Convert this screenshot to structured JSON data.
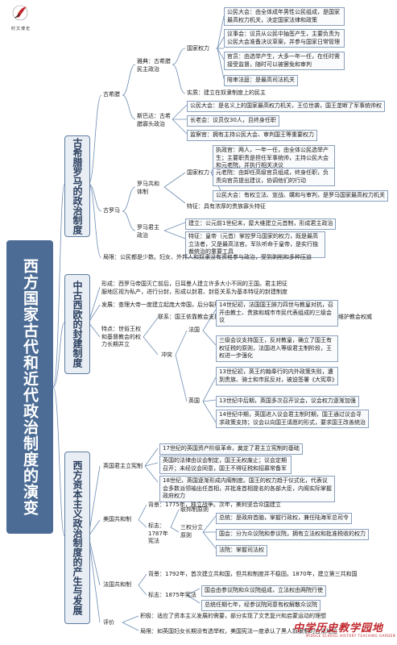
{
  "logo": {
    "text": "时文博史"
  },
  "root": {
    "title": "西方国家古代和近代政治制度的演变"
  },
  "greece_rome": {
    "branch": "古希腊罗马的政治制度",
    "greece": {
      "label": "古希腊",
      "athens": {
        "label": "雅典：古希腊民主政治",
        "power": {
          "label": "国家权力",
          "items": [
            "公民大会：由全体成年男性公民组成，是国家最高权力机关，决定国家法律和政策",
            "议事会：议员从公民中抽签产生，主要负责为公民大会准备决议草案，并参与国家日常管理",
            "官员：由选举产生，大多一年一任，在任时需接受监督，随时可以被罢免和审判",
            "陪审法庭：是最高司法机关"
          ]
        },
        "essence": "实质：建立在奴隶制度上的民主"
      },
      "sparta": {
        "label": "斯巴达：古希腊寡头政治",
        "items": [
          "公民大会：是名义上的国家最高权力机关，王位世袭，国王垄断了军事统帅权",
          "长老会：议员仅30人，且终身任职",
          "监察官：拥有主持公民大会、审判国王等重要权力"
        ]
      }
    },
    "rome": {
      "label": "古罗马",
      "republic": {
        "label": "罗马共和体制",
        "power": {
          "label": "国家权力",
          "items": [
            "执政官：两人，一年一任，由全体公民选举产生；主要职责是担任军事统帅，主持公民大会和元老院，并执行相关决议",
            "元老院：由卸任高级官员组成，终身任职，负责向官员提出建议，协调他们的行动",
            "公民大会：有权立法、宣战、媾和与审判，是罗马国家最高权力机关"
          ]
        },
        "feature": "特征：具有浓厚的贵族寡头特征"
      },
      "empire": {
        "label": "罗马君主政治",
        "items": [
          "建立：公元前1世纪末，屋大维建立元首制，形成君主政治",
          "特征：皇帝（元首）掌控罗马国家的权力，既是最高立法者，又是最高法官。军队听命于皇帝，是实行独裁统治的重要工具"
        ]
      }
    },
    "limit": "局限：公民都是少数。妇女、外邦人和奴隶没有资格参与政治，受到剥削和多种压迫"
  },
  "feudal": {
    "branch": "中古西欧的封建制度",
    "formation": "形成：西罗马帝国灭亡前后，日耳曼人建立许多大小不同的王国。君主把征服地区视为私产，进行分封，形成以封君、封臣关系为基本特征的封建制度",
    "development": "发展：查理大帝一度建立起庞大帝国，后分裂形成西欧三个主要国家法国、意大利和德国的雏形",
    "feature": {
      "label": "特点：世俗王权和基督教会的权力长期并立",
      "link": "联系：国王依靠教会支持获得政权的合法性；教会依靠王权扩展基督教，维护教会权威",
      "conflict": {
        "label": "冲突",
        "france": {
          "label": "法国",
          "items": [
            "14世纪初，法国国王腓力四世与教皇对抗，召开由教士、贵族和城市市民代表组成的三级会议",
            "三级会议支持国王，反对教皇，确立了国王有权征税的原则，法国进入等级君主制阶段，王权进一步强化"
          ]
        },
        "england": {
          "label": "英国",
          "items": [
            "13世纪初，英王约翰奉行的内外政策失败，遭到贵族、骑士和市民反对，被迫签署《大宪章》",
            "13世纪中后期，英国多次召开议会，议会权力逐渐加强",
            "14世纪中期，英国进入议会君主制时期，国王通过议会寻求政策支持；议会以向国王请愿的形式，要求国王改善统治"
          ]
        }
      }
    }
  },
  "capitalist": {
    "branch": "西方资本主义政治制度的产生与发展",
    "england": {
      "label": "英国君主立宪制",
      "items": [
        "17世纪的英国资产阶级革命，奠定了君主立宪制的基础",
        "英国的法律由议会制定，国王无权废止；议会定期召开；未经议会同意，国王不得征税和招募常备军",
        "18世纪，英国逐渐形成内阁制度。国王的权力趋于仪式化，代表议会多数派领袖出任首相，并批准首相提名的各部大臣，内阁实际掌握政府权力"
      ]
    },
    "usa": {
      "label": "美国共和制",
      "background": "背景：1775年，独立战争。次年，美利坚合众国建立",
      "constitution": {
        "label": "标志：1787年宪法",
        "principle_federal": "联邦制原则",
        "separation": {
          "label": "三权分立原则",
          "items": [
            "总统：是政府首脑，掌握行政权，兼任陆海军总司令",
            "国会：分为众议院和参议院，拥有立法权和批准税收的权力",
            "法院：掌握司法权"
          ]
        }
      }
    },
    "france": {
      "label": "法国共和制",
      "background": "背景：1792年，首次建立共和国，但共和制度并不稳固。1870年，建立第三共和国",
      "constitution": {
        "label": "标志：1875年宪法",
        "items": [
          "国会由参议院和众议院组成，立法权由两院行使",
          "总统任期七年，经参议院同意有权解散众议院"
        ]
      }
    },
    "evaluation": {
      "label": "评价",
      "items": [
        "积极：适应了资本主义发展的需要，部分实现了文艺复兴和启蒙运动的理想",
        "局限：如英国妇女长期没有选举权，美国宪法一度承认了黑人奴隶制的合法地位"
      ]
    }
  },
  "watermark": {
    "main": "中学历史教学园地",
    "sub": "MIDDLE SCHOOL HISTORY TEACHING GARDEN"
  },
  "colors": {
    "root": "#4c6c95",
    "branch_border": "#5d7ca3",
    "watermark": "#c0282e"
  }
}
